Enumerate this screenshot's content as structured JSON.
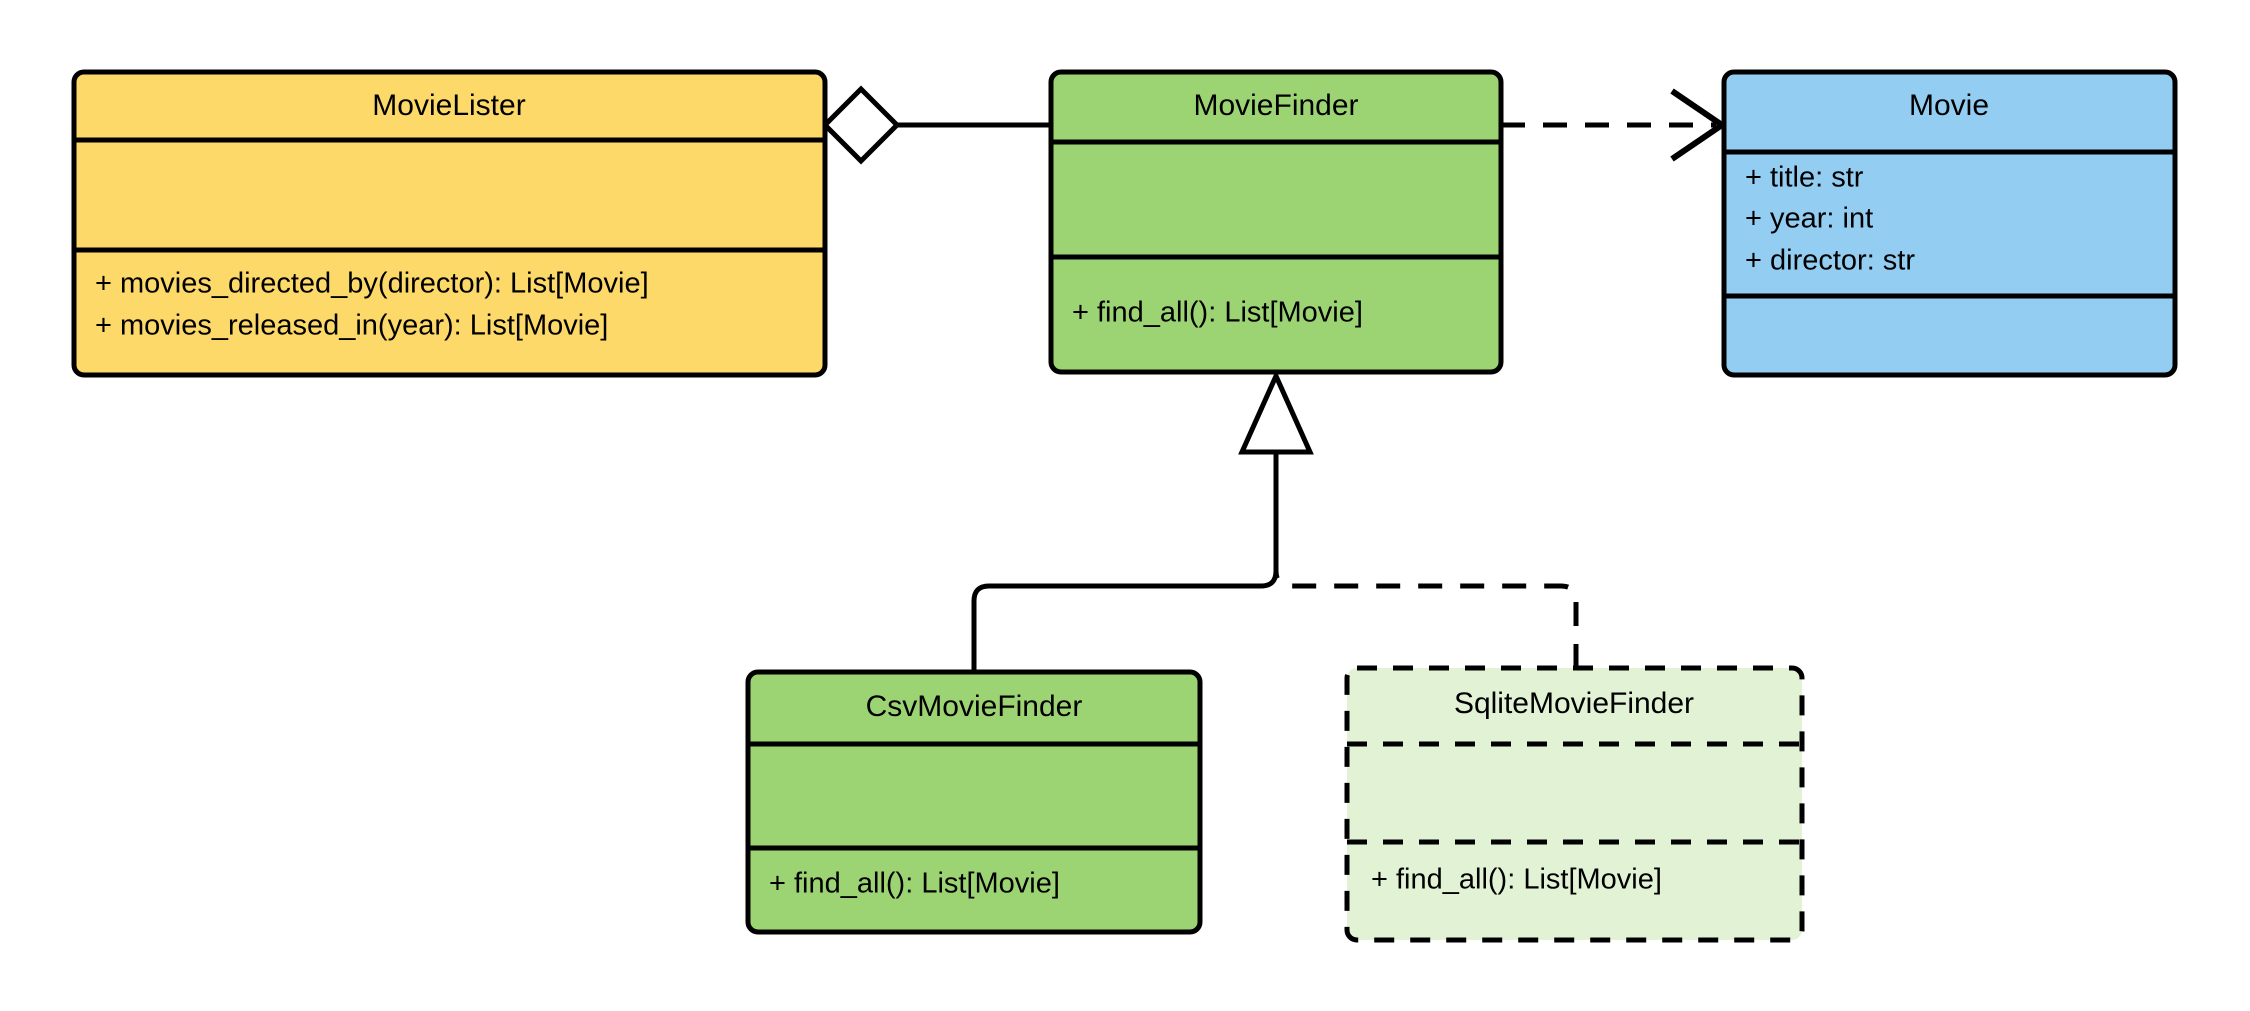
{
  "diagram": {
    "kind": "uml-class-diagram",
    "background": "#ffffff",
    "line_color": "#000000"
  },
  "palette": {
    "yellow_fill": "#FCD968",
    "green_fill": "#9CD474",
    "blue_fill": "#94CDF2",
    "light_green_fill": "#E2F2D5",
    "stroke": "#000000"
  },
  "classes": {
    "movie_lister": {
      "name": "MovieLister",
      "fill": "#FCD968",
      "border_style": "solid",
      "attributes": [],
      "methods": [
        "+ movies_directed_by(director): List[Movie]",
        "+ movies_released_in(year): List[Movie]"
      ]
    },
    "movie_finder": {
      "name": "MovieFinder",
      "fill": "#9CD474",
      "border_style": "solid",
      "attributes": [],
      "methods": [
        "+ find_all(): List[Movie]"
      ]
    },
    "movie": {
      "name": "Movie",
      "fill": "#94CDF2",
      "border_style": "solid",
      "attributes": [
        "+ title: str",
        "+ year: int",
        "+ director: str"
      ],
      "methods": []
    },
    "csv_movie_finder": {
      "name": "CsvMovieFinder",
      "fill": "#9CD474",
      "border_style": "solid",
      "attributes": [],
      "methods": [
        "+ find_all(): List[Movie]"
      ]
    },
    "sqlite_movie_finder": {
      "name": "SqliteMovieFinder",
      "fill": "#E2F2D5",
      "border_style": "dashed",
      "attributes": [],
      "methods": [
        "+ find_all(): List[Movie]"
      ]
    }
  },
  "relationships": {
    "lister_finder": {
      "type": "aggregation",
      "from": "MovieLister",
      "to": "MovieFinder",
      "line_style": "solid",
      "source_marker": "hollow-diamond",
      "target_marker": "none"
    },
    "finder_movie": {
      "type": "dependency",
      "from": "MovieFinder",
      "to": "Movie",
      "line_style": "dashed",
      "source_marker": "none",
      "target_marker": "open-arrow"
    },
    "csv_inherits_finder": {
      "type": "generalization",
      "from": "CsvMovieFinder",
      "to": "MovieFinder",
      "line_style": "solid",
      "target_marker": "hollow-triangle"
    },
    "sqlite_realizes_finder": {
      "type": "realization",
      "from": "SqliteMovieFinder",
      "to": "MovieFinder",
      "line_style": "dashed",
      "target_marker": "hollow-triangle"
    }
  }
}
